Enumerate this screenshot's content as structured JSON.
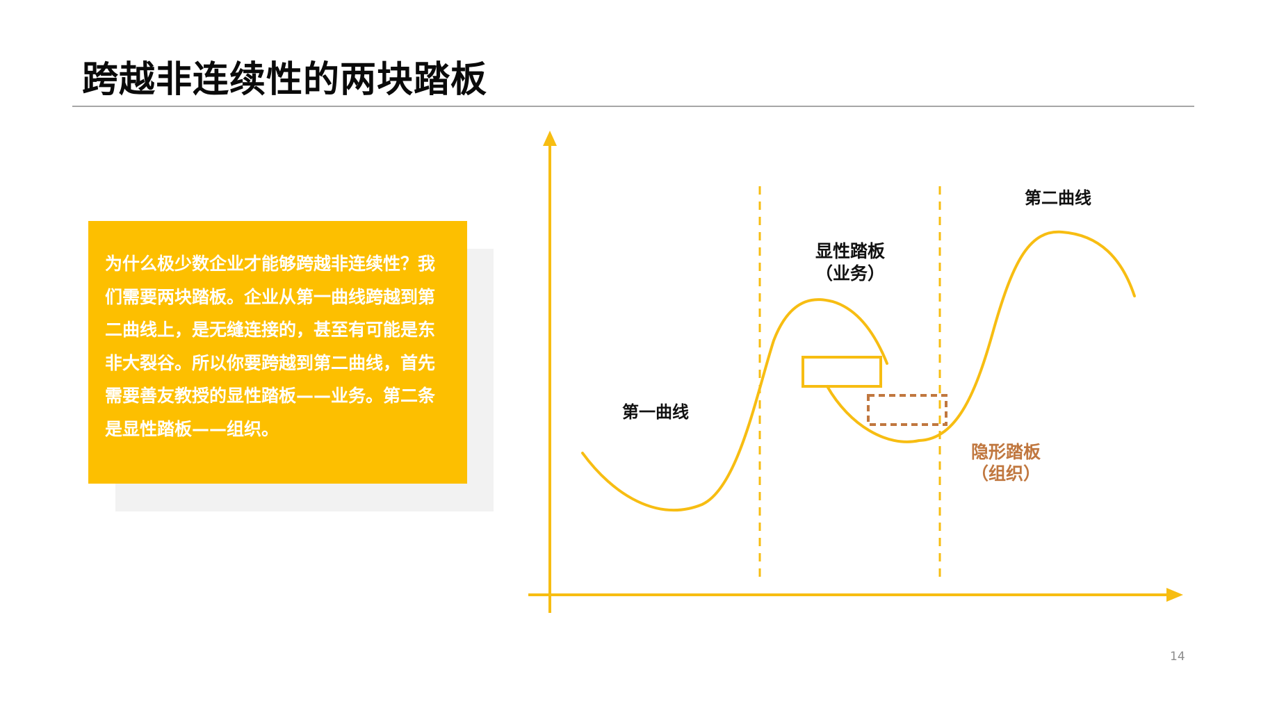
{
  "slide": {
    "title": "跨越非连续性的两块踏板",
    "paragraph": "为什么极少数企业才能够跨越非连续性？我们需要两块踏板。企业从第一曲线跨越到第二曲线上，是无缝连接的，甚至有可能是东非大裂谷。所以你要跨越到第二曲线，首先需要善友教授的显性踏板——业务。第二条是显性踏板——组织。",
    "page_number": "14"
  },
  "diagram": {
    "labels": {
      "first_curve": "第一曲线",
      "second_curve": "第二曲线",
      "explicit_pedal_line1": "显性踏板",
      "explicit_pedal_line2": "（业务）",
      "hidden_pedal_line1": "隐形踏板",
      "hidden_pedal_line2": "（组织）"
    }
  },
  "colors": {
    "accent": "#fdbf00",
    "curve": "#f7bd12",
    "hidden_pedal": "#c0773f",
    "shadow": "#f2f2f2",
    "rule": "#a6a6a6"
  }
}
